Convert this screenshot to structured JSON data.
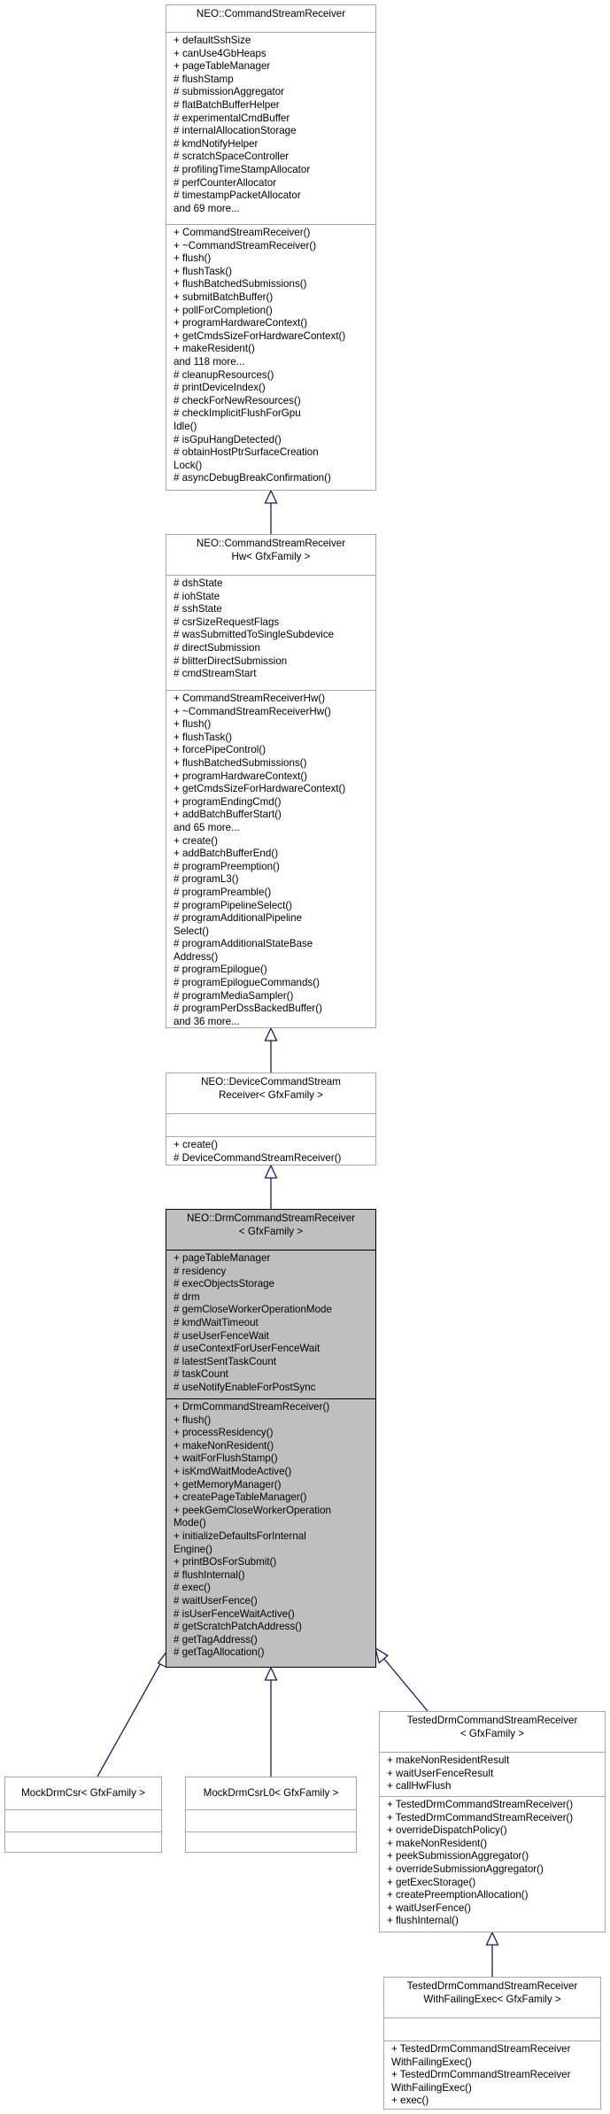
{
  "nodes": {
    "csr": {
      "title": [
        "NEO::CommandStreamReceiver"
      ],
      "attributes": [
        "+ defaultSshSize",
        "+ canUse4GbHeaps",
        "+ pageTableManager",
        "# flushStamp",
        "# submissionAggregator",
        "# flatBatchBufferHelper",
        "# experimentalCmdBuffer",
        "# internalAllocationStorage",
        "# kmdNotifyHelper",
        "# scratchSpaceController",
        "# profilingTimeStampAllocator",
        "# perfCounterAllocator",
        "# timestampPacketAllocator",
        "and 69 more..."
      ],
      "methods": [
        "+ CommandStreamReceiver()",
        "+ ~CommandStreamReceiver()",
        "+ flush()",
        "+ flushTask()",
        "+ flushBatchedSubmissions()",
        "+ submitBatchBuffer()",
        "+ pollForCompletion()",
        "+ programHardwareContext()",
        "+ getCmdsSizeForHardwareContext()",
        "+ makeResident()",
        "and 118 more...",
        "# cleanupResources()",
        "# printDeviceIndex()",
        "# checkForNewResources()",
        "# checkImplicitFlushForGpu",
        "Idle()",
        "# isGpuHangDetected()",
        "# obtainHostPtrSurfaceCreation",
        "Lock()",
        "# asyncDebugBreakConfirmation()"
      ]
    },
    "csrHw": {
      "title": [
        "NEO::CommandStreamReceiver",
        "Hw< GfxFamily >"
      ],
      "attributes": [
        "# dshState",
        "# iohState",
        "# sshState",
        "# csrSizeRequestFlags",
        "# wasSubmittedToSingleSubdevice",
        "# directSubmission",
        "# blitterDirectSubmission",
        "# cmdStreamStart"
      ],
      "methods": [
        "+ CommandStreamReceiverHw()",
        "+ ~CommandStreamReceiverHw()",
        "+ flush()",
        "+ flushTask()",
        "+ forcePipeControl()",
        "+ flushBatchedSubmissions()",
        "+ programHardwareContext()",
        "+ getCmdsSizeForHardwareContext()",
        "+ programEndingCmd()",
        "+ addBatchBufferStart()",
        "and 65 more...",
        "+ create()",
        "+ addBatchBufferEnd()",
        "# programPreemption()",
        "# programL3()",
        "# programPreamble()",
        "# programPipelineSelect()",
        "# programAdditionalPipeline",
        "Select()",
        "# programAdditionalStateBase",
        "Address()",
        "# programEpilogue()",
        "# programEpilogueCommands()",
        "# programMediaSampler()",
        "# programPerDssBackedBuffer()",
        "and 36 more..."
      ]
    },
    "deviceCsr": {
      "title": [
        "NEO::DeviceCommandStream",
        "Receiver< GfxFamily >"
      ],
      "attributes": [],
      "methods": [
        "+ create()",
        "# DeviceCommandStreamReceiver()"
      ]
    },
    "drmCsr": {
      "title": [
        "NEO::DrmCommandStreamReceiver",
        "< GfxFamily >"
      ],
      "attributes": [
        "+ pageTableManager",
        "# residency",
        "# execObjectsStorage",
        "# drm",
        "# gemCloseWorkerOperationMode",
        "# kmdWaitTimeout",
        "# useUserFenceWait",
        "# useContextForUserFenceWait",
        "# latestSentTaskCount",
        "# taskCount",
        "# useNotifyEnableForPostSync"
      ],
      "methods": [
        "+ DrmCommandStreamReceiver()",
        "+ flush()",
        "+ processResidency()",
        "+ makeNonResident()",
        "+ waitForFlushStamp()",
        "+ isKmdWaitModeActive()",
        "+ getMemoryManager()",
        "+ createPageTableManager()",
        "+ peekGemCloseWorkerOperation",
        "Mode()",
        "+ initializeDefaultsForInternal",
        "Engine()",
        "+ printBOsForSubmit()",
        "# flushInternal()",
        "# exec()",
        "# waitUserFence()",
        "# isUserFenceWaitActive()",
        "# getScratchPatchAddress()",
        "# getTagAddress()",
        "# getTagAllocation()"
      ]
    },
    "mockDrmCsr": {
      "title": [
        "MockDrmCsr< GfxFamily >"
      ],
      "attributes": [],
      "methods": []
    },
    "mockDrmCsrL0": {
      "title": [
        "MockDrmCsrL0< GfxFamily >"
      ],
      "attributes": [],
      "methods": []
    },
    "testedDrmCsr": {
      "title": [
        "TestedDrmCommandStreamReceiver",
        "< GfxFamily >"
      ],
      "attributes": [
        "+ makeNonResidentResult",
        "+ waitUserFenceResult",
        "+ callHwFlush"
      ],
      "methods": [
        "+ TestedDrmCommandStreamReceiver()",
        "+ TestedDrmCommandStreamReceiver()",
        "+ overrideDispatchPolicy()",
        "+ makeNonResident()",
        "+ peekSubmissionAggregator()",
        "+ overrideSubmissionAggregator()",
        "+ getExecStorage()",
        "+ createPreemptionAllocation()",
        "+ waitUserFence()",
        "+ flushInternal()"
      ]
    },
    "testedFailing": {
      "title": [
        "TestedDrmCommandStreamReceiver",
        "WithFailingExec< GfxFamily >"
      ],
      "attributes": [],
      "methods": [
        "+ TestedDrmCommandStreamReceiver",
        "WithFailingExec()",
        "+ TestedDrmCommandStreamReceiver",
        "WithFailingExec()",
        "+ exec()"
      ]
    }
  },
  "colors": {
    "edge": "#191970",
    "focus_fill": "#bfbfbf",
    "box_border": "#a8a8a8"
  }
}
